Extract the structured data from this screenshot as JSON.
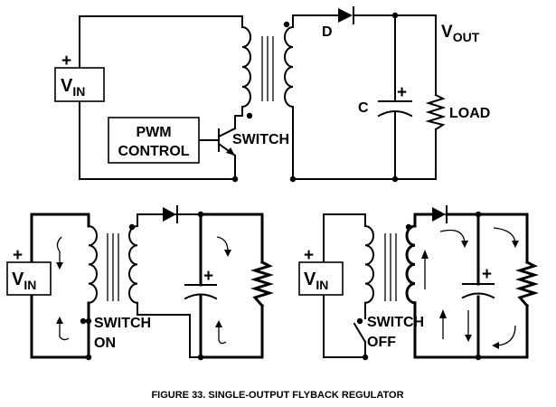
{
  "top": {
    "vin_plus": "+",
    "vin": "V",
    "vin_sub": "IN",
    "diode": "D",
    "vout": "V",
    "vout_sub": "OUT",
    "cap_label": "C",
    "cap_plus": "+",
    "load": "LOAD",
    "pwm_line1": "PWM",
    "pwm_line2": "CONTROL",
    "switch": "SWITCH"
  },
  "left": {
    "vin_plus": "+",
    "vin": "V",
    "vin_sub": "IN",
    "switch_line1": "SWITCH",
    "switch_line2": "ON",
    "cap_plus": "+"
  },
  "right": {
    "vin_plus": "+",
    "vin": "V",
    "vin_sub": "IN",
    "switch_line1": "SWITCH",
    "switch_line2": "OFF",
    "cap_plus": "+"
  },
  "caption": "FIGURE 33.  SINGLE-OUTPUT FLYBACK REGULATOR"
}
